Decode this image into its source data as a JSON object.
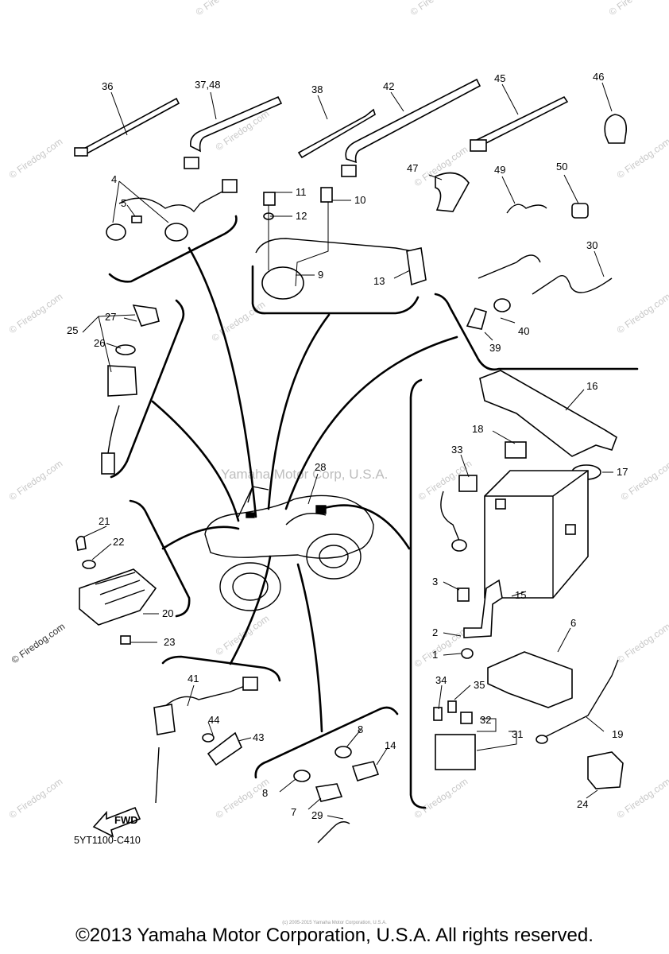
{
  "diagram": {
    "watermark_center": "Yamaha Motor Corp, U.S.A.",
    "watermark_repeat": "© Firedog.com",
    "code": "5YT1100-C410",
    "fwd_label": "FWD",
    "labels": [
      {
        "id": "l36",
        "text": "36"
      },
      {
        "id": "l3748",
        "text": "37,48"
      },
      {
        "id": "l38",
        "text": "38"
      },
      {
        "id": "l42",
        "text": "42"
      },
      {
        "id": "l45",
        "text": "45"
      },
      {
        "id": "l46",
        "text": "46"
      },
      {
        "id": "l4",
        "text": "4"
      },
      {
        "id": "l5",
        "text": "5"
      },
      {
        "id": "l11",
        "text": "11"
      },
      {
        "id": "l10",
        "text": "10"
      },
      {
        "id": "l12",
        "text": "12"
      },
      {
        "id": "l9",
        "text": "9"
      },
      {
        "id": "l13",
        "text": "13"
      },
      {
        "id": "l47",
        "text": "47"
      },
      {
        "id": "l49",
        "text": "49"
      },
      {
        "id": "l50",
        "text": "50"
      },
      {
        "id": "l30",
        "text": "30"
      },
      {
        "id": "l40",
        "text": "40"
      },
      {
        "id": "l39",
        "text": "39"
      },
      {
        "id": "l27",
        "text": "27"
      },
      {
        "id": "l25",
        "text": "25"
      },
      {
        "id": "l26",
        "text": "26"
      },
      {
        "id": "l16",
        "text": "16"
      },
      {
        "id": "l18",
        "text": "18"
      },
      {
        "id": "l33",
        "text": "33"
      },
      {
        "id": "l17",
        "text": "17"
      },
      {
        "id": "l28",
        "text": "28"
      },
      {
        "id": "l21",
        "text": "21"
      },
      {
        "id": "l22",
        "text": "22"
      },
      {
        "id": "l20",
        "text": "20"
      },
      {
        "id": "l23",
        "text": "23"
      },
      {
        "id": "l3",
        "text": "3"
      },
      {
        "id": "l15",
        "text": "15"
      },
      {
        "id": "l6",
        "text": "6"
      },
      {
        "id": "l2",
        "text": "2"
      },
      {
        "id": "l1",
        "text": "1"
      },
      {
        "id": "l41",
        "text": "41"
      },
      {
        "id": "l44",
        "text": "44"
      },
      {
        "id": "l43",
        "text": "43"
      },
      {
        "id": "l34",
        "text": "34"
      },
      {
        "id": "l35",
        "text": "35"
      },
      {
        "id": "l32",
        "text": "32"
      },
      {
        "id": "l31",
        "text": "31"
      },
      {
        "id": "l19",
        "text": "19"
      },
      {
        "id": "l8a",
        "text": "8"
      },
      {
        "id": "l14",
        "text": "14"
      },
      {
        "id": "l8b",
        "text": "8"
      },
      {
        "id": "l7",
        "text": "7"
      },
      {
        "id": "l29",
        "text": "29"
      },
      {
        "id": "l24",
        "text": "24"
      }
    ]
  },
  "footer": {
    "source_line": "(c) 2005-2015 Yamaha Motor Corporation, U.S.A.",
    "copyright": "©2013 Yamaha Motor Corporation, U.S.A. All rights reserved."
  }
}
